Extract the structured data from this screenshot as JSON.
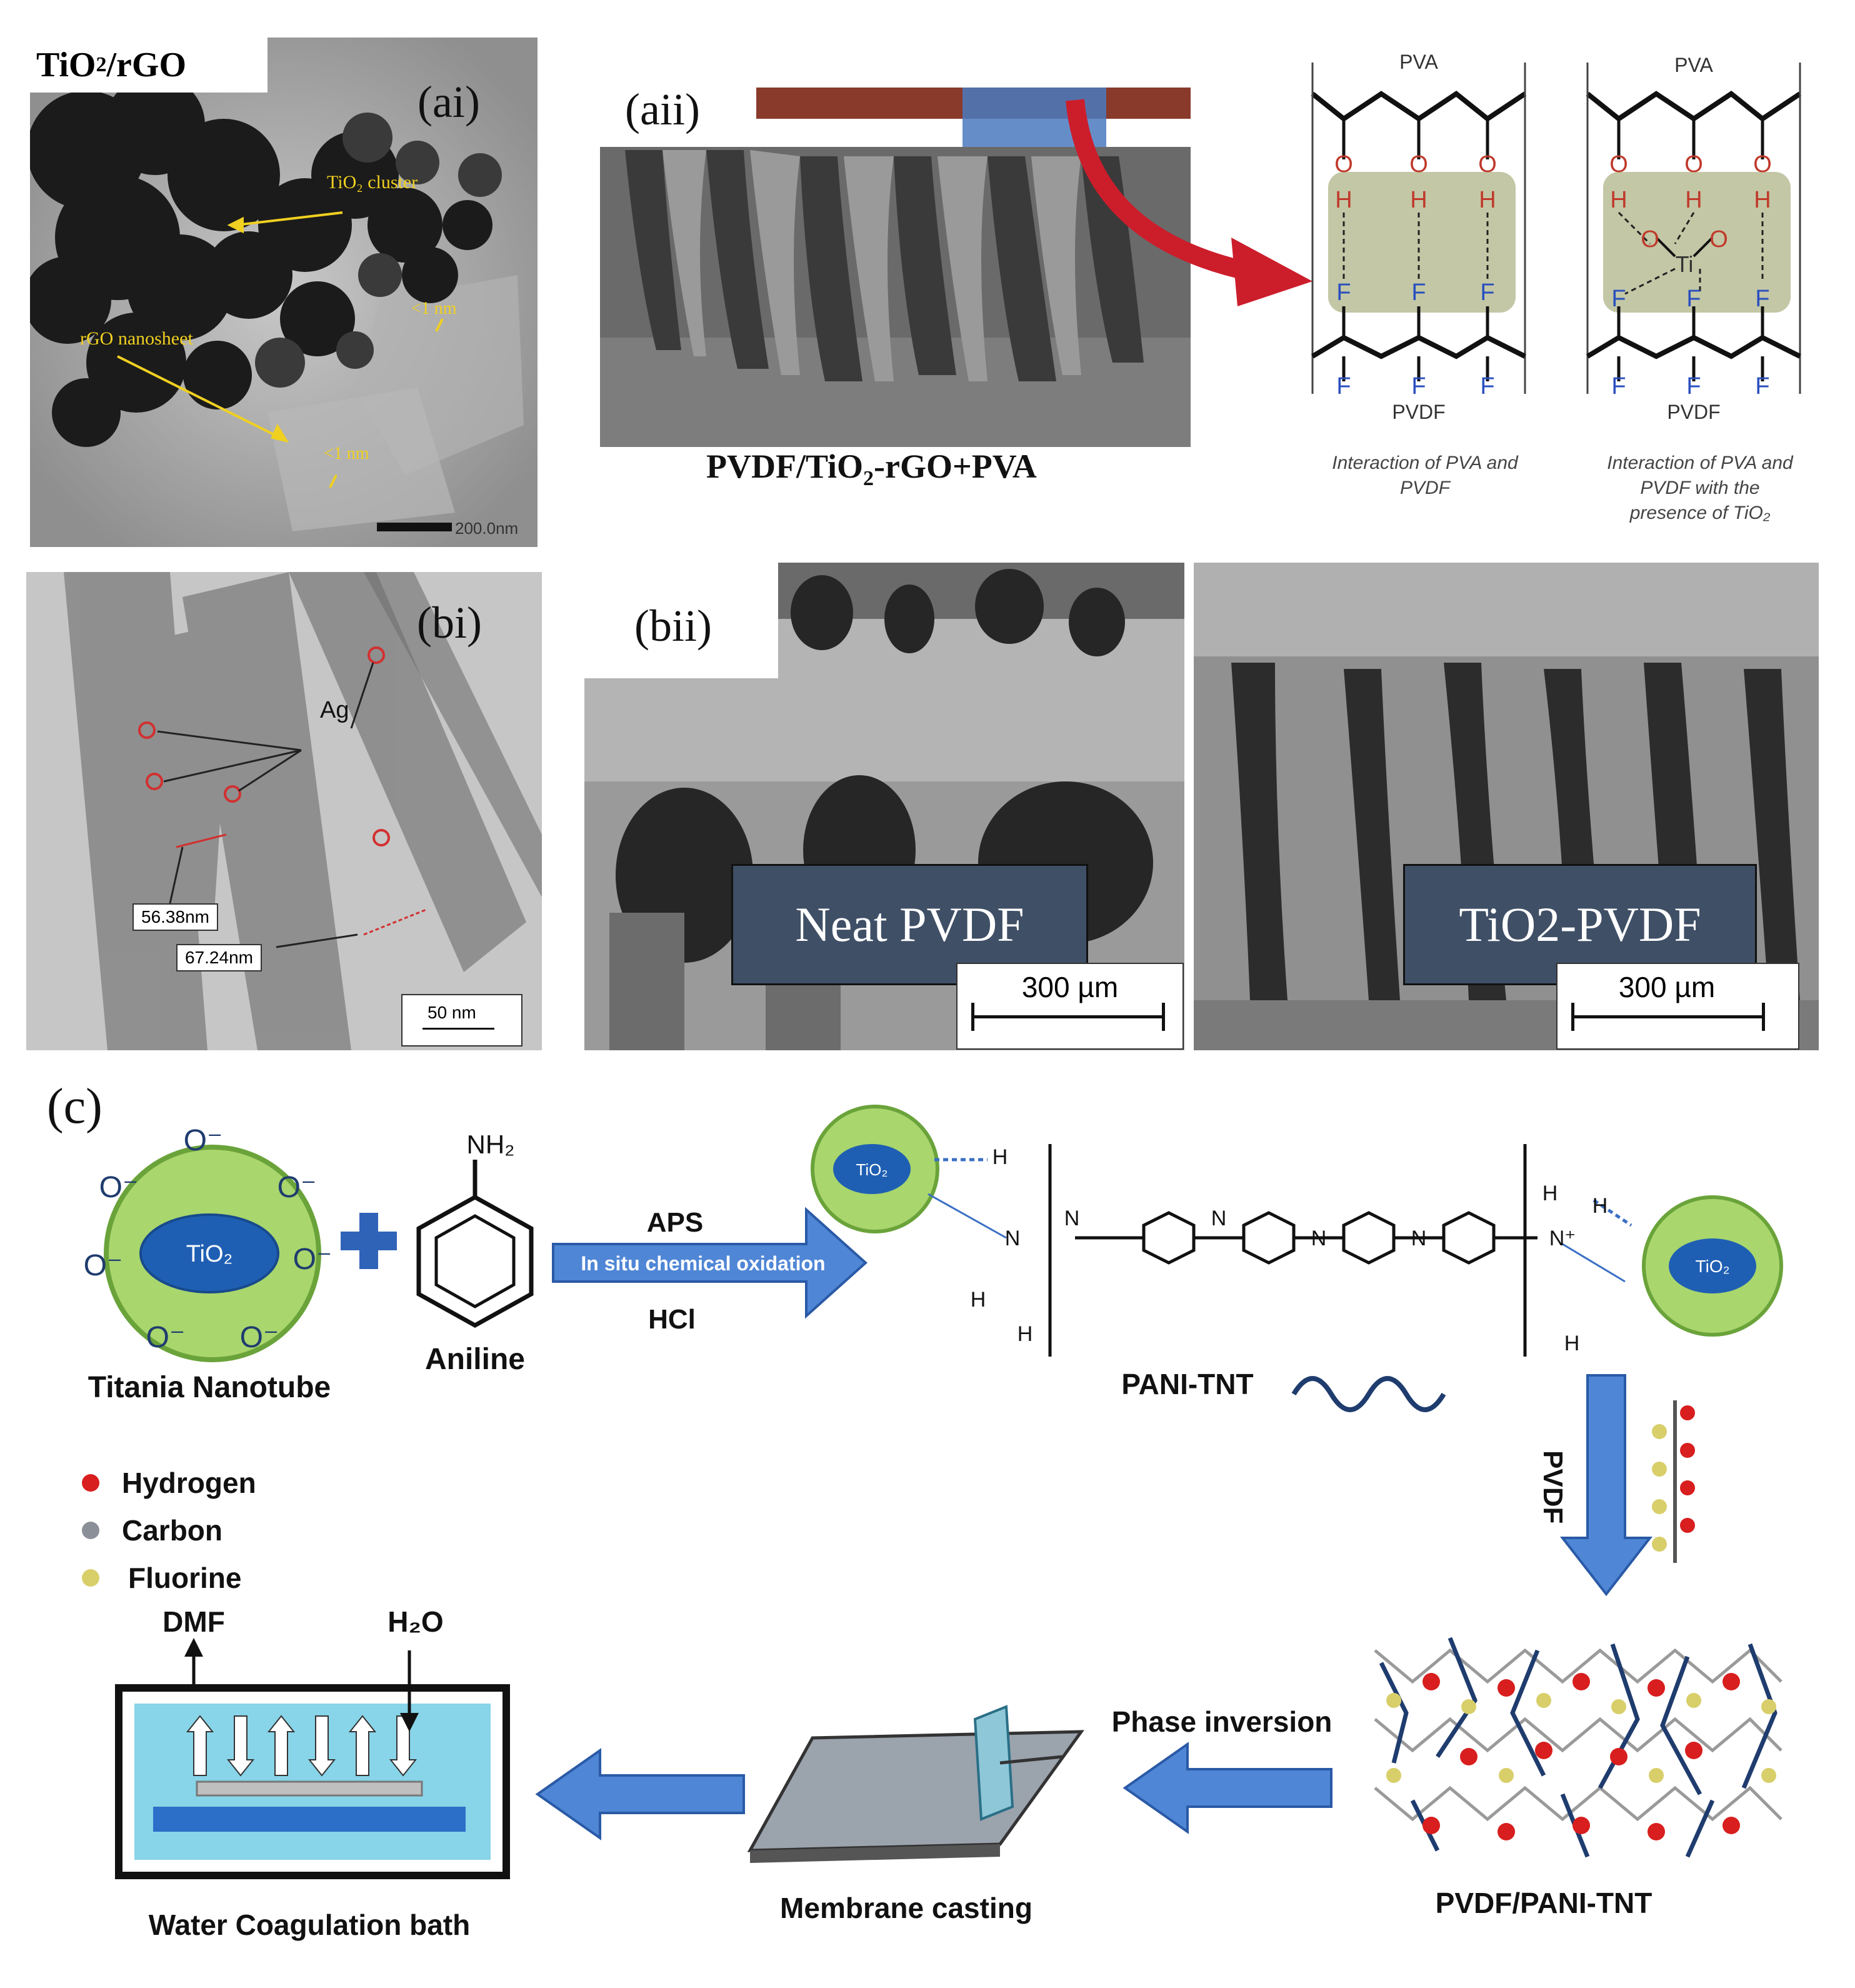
{
  "ai": {
    "tag": "(ai)",
    "corner_label": "TiO",
    "corner_sub": "2",
    "corner_rest": "/rGO",
    "cluster_label": "TiO₂ cluster",
    "sheet_label": "rGO nanosheet",
    "thick1": "<1 nm",
    "thick2": "<1 nm",
    "scale_text": "200.0nm"
  },
  "aii": {
    "tag": "(aii)",
    "caption_a": "PVDF/TiO",
    "caption_sub": "2",
    "caption_b": "-rGO+PVA",
    "pva": "PVA",
    "pvdf": "PVDF",
    "atom_o": "O",
    "atom_h": "H",
    "atom_f": "F",
    "atom_ti": "Ti",
    "cap_left_1": "Interaction of PVA and",
    "cap_left_2": "PVDF",
    "cap_right_1": "Interaction of PVA and",
    "cap_right_2": "PVDF with the",
    "cap_right_3": "presence of TiO₂"
  },
  "bi": {
    "tag": "(bi)",
    "ag": "Ag",
    "m1": "56.38nm",
    "m2": "67.24nm",
    "scale_text": "50 nm"
  },
  "bii": {
    "tag": "(bii)",
    "label_left": "Neat PVDF",
    "label_right": "TiO2-PVDF",
    "scale_left": "300 µm",
    "scale_right": "300 µm"
  },
  "c": {
    "tag": "(c)",
    "titania": "Titania Nanotube",
    "tio2": "TiO₂",
    "o_minus": "O⁻",
    "aniline": "Aniline",
    "nh2": "NH₂",
    "aps": "APS",
    "oxidation": "In situ chemical oxidation",
    "hcl": "HCl",
    "pani_tnt": "PANI-TNT",
    "pvdf_arrow": "PVDF",
    "legend": [
      "Hydrogen",
      "Carbon",
      "Fluorine"
    ],
    "legend_colors": [
      "#d81e1e",
      "#8a8f98",
      "#d8cf6a"
    ],
    "phase": "Phase inversion",
    "pvdf_pani": "PVDF/PANI-TNT",
    "casting": "Membrane casting",
    "bath": "Water Coagulation bath",
    "dmf": "DMF",
    "h2o": "H₂O",
    "atom_h": "H",
    "atom_n": "N",
    "n_plus": "N⁺"
  }
}
